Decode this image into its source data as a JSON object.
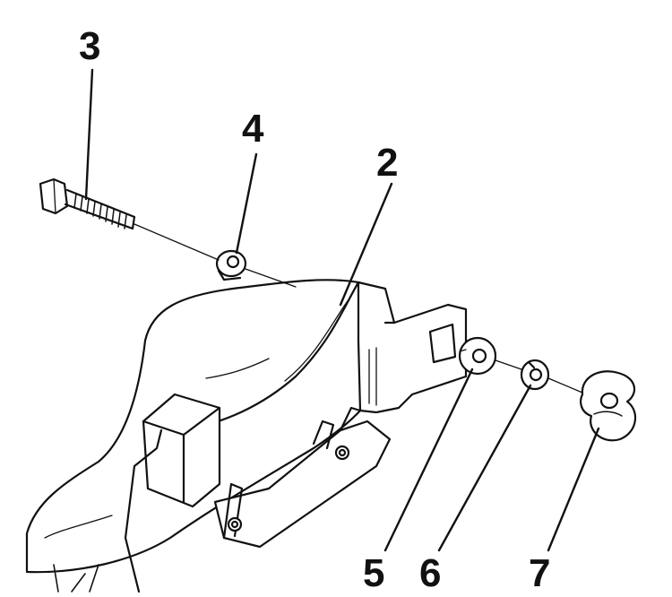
{
  "callouts": {
    "c2": "2",
    "c3": "3",
    "c4": "4",
    "c5": "5",
    "c6": "6",
    "c7": "7"
  },
  "colors": {
    "line": "#111111",
    "background": "#ffffff"
  }
}
